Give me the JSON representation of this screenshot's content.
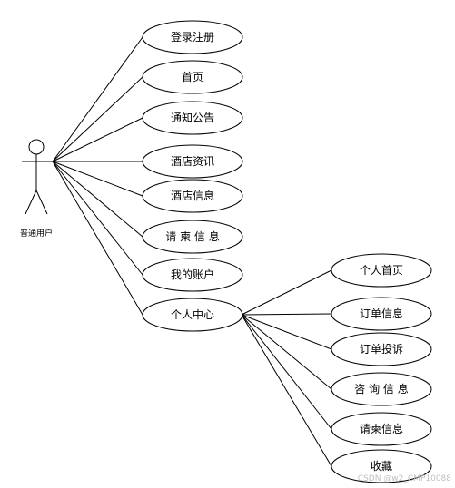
{
  "actor": {
    "label": "普通用户"
  },
  "use_cases": [
    {
      "id": "login",
      "label": "登录注册"
    },
    {
      "id": "home",
      "label": "首页"
    },
    {
      "id": "notice",
      "label": "通知公告"
    },
    {
      "id": "hotel-news",
      "label": "酒店资讯"
    },
    {
      "id": "hotel-info",
      "label": "酒店信息"
    },
    {
      "id": "request-info",
      "label": "请 柬 信 息"
    },
    {
      "id": "my-account",
      "label": "我的账户"
    },
    {
      "id": "personal-center",
      "label": "个人中心"
    }
  ],
  "sub_use_cases": [
    {
      "id": "personal-home",
      "label": "个人首页"
    },
    {
      "id": "order-info",
      "label": "订单信息"
    },
    {
      "id": "order-complaint",
      "label": "订单投诉"
    },
    {
      "id": "consult-info",
      "label": "咨 询 信 息"
    },
    {
      "id": "invitation-info",
      "label": "请柬信息"
    },
    {
      "id": "favorites",
      "label": "收藏"
    }
  ],
  "watermark": "CSDN @w2_CMP10088"
}
